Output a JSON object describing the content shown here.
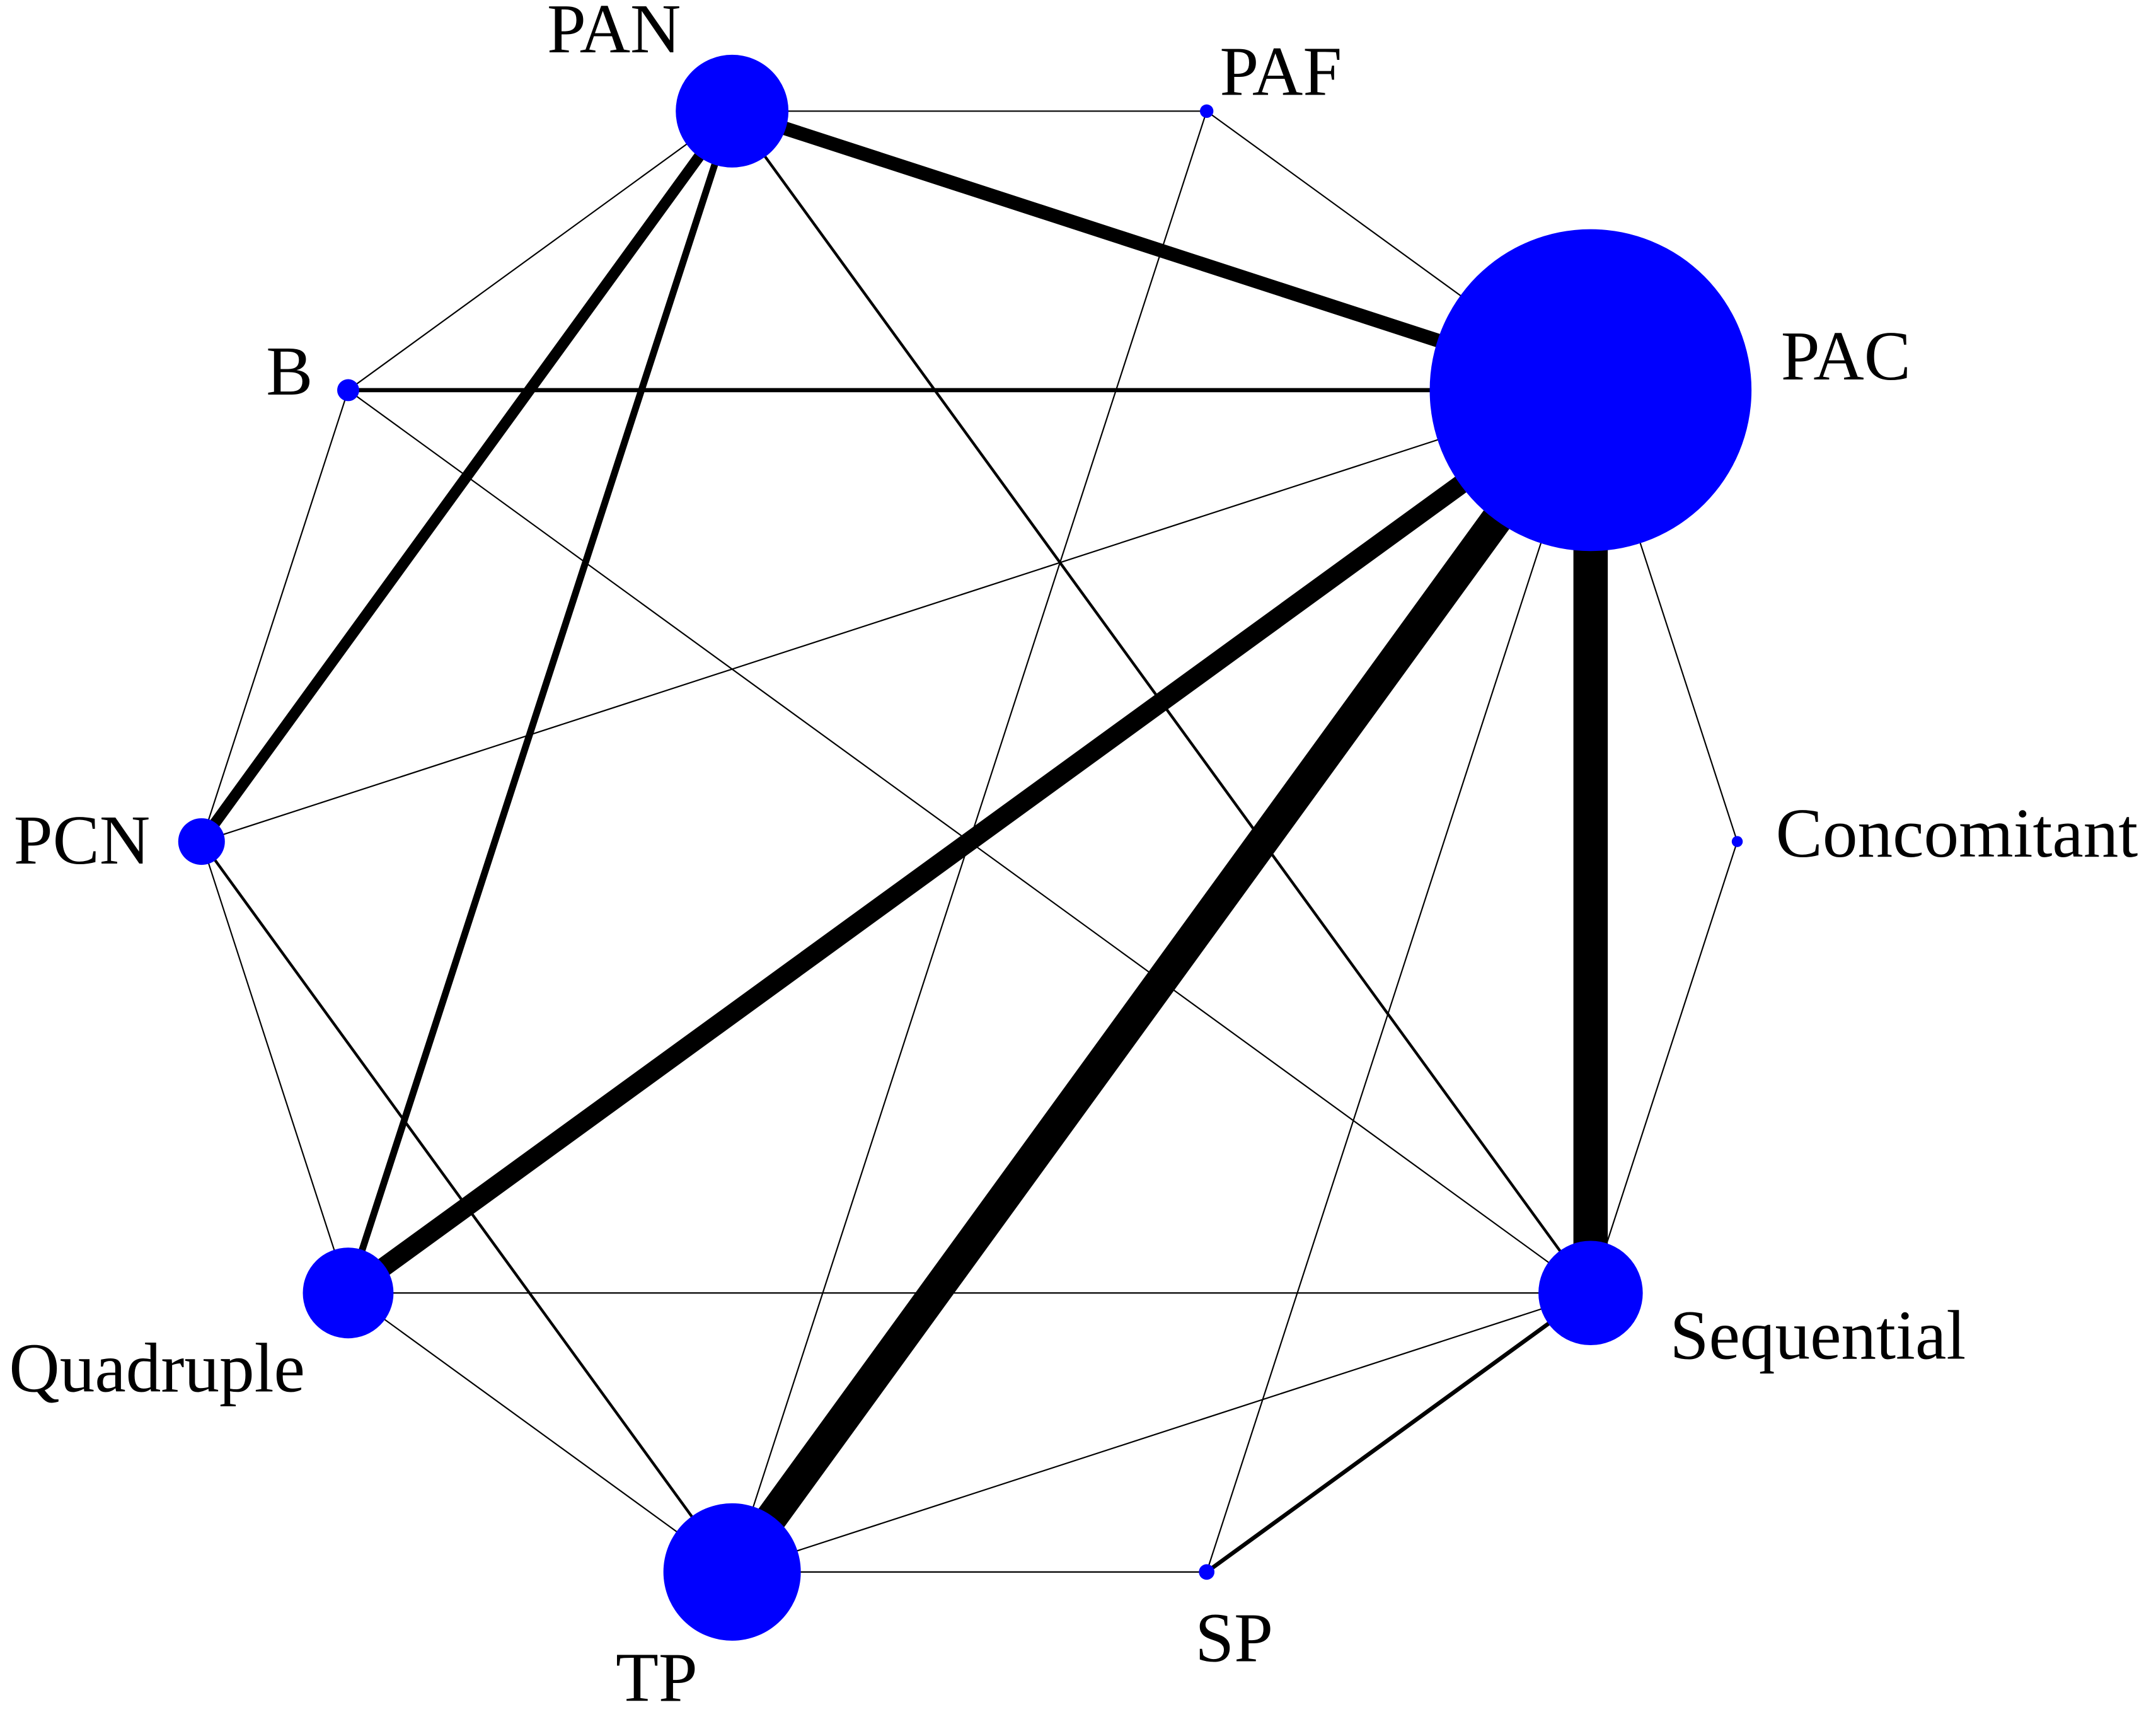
{
  "network": {
    "node_color": "#0000FF",
    "edge_color": "#000000",
    "nodes": [
      {
        "label": "PCN",
        "weight": 18
      },
      {
        "label": "B",
        "weight": 4
      },
      {
        "label": "PAN",
        "weight": 105
      },
      {
        "label": "PAF",
        "weight": 1.5
      },
      {
        "label": "PAC",
        "weight": 856
      },
      {
        "label": "Concomitant",
        "weight": 1
      },
      {
        "label": "Sequential",
        "weight": 90
      },
      {
        "label": "SP",
        "weight": 2
      },
      {
        "label": "TP",
        "weight": 156
      },
      {
        "label": "Quadruple",
        "weight": 68
      }
    ],
    "edges": [
      {
        "from": 2,
        "to": 3,
        "weight": 1
      },
      {
        "from": 2,
        "to": 4,
        "weight": 10
      },
      {
        "from": 2,
        "to": 1,
        "weight": 1
      },
      {
        "from": 2,
        "to": 0,
        "weight": 8
      },
      {
        "from": 2,
        "to": 9,
        "weight": 5
      },
      {
        "from": 2,
        "to": 6,
        "weight": 2
      },
      {
        "from": 3,
        "to": 4,
        "weight": 1
      },
      {
        "from": 3,
        "to": 8,
        "weight": 1
      },
      {
        "from": 1,
        "to": 4,
        "weight": 3
      },
      {
        "from": 1,
        "to": 0,
        "weight": 1
      },
      {
        "from": 1,
        "to": 6,
        "weight": 1
      },
      {
        "from": 0,
        "to": 4,
        "weight": 1
      },
      {
        "from": 0,
        "to": 9,
        "weight": 1
      },
      {
        "from": 0,
        "to": 8,
        "weight": 2
      },
      {
        "from": 4,
        "to": 9,
        "weight": 14
      },
      {
        "from": 4,
        "to": 8,
        "weight": 23
      },
      {
        "from": 4,
        "to": 6,
        "weight": 25
      },
      {
        "from": 4,
        "to": 5,
        "weight": 1
      },
      {
        "from": 4,
        "to": 7,
        "weight": 1
      },
      {
        "from": 5,
        "to": 6,
        "weight": 1
      },
      {
        "from": 9,
        "to": 6,
        "weight": 1
      },
      {
        "from": 9,
        "to": 8,
        "weight": 1
      },
      {
        "from": 8,
        "to": 6,
        "weight": 1
      },
      {
        "from": 8,
        "to": 7,
        "weight": 1
      },
      {
        "from": 7,
        "to": 6,
        "weight": 3
      }
    ]
  }
}
